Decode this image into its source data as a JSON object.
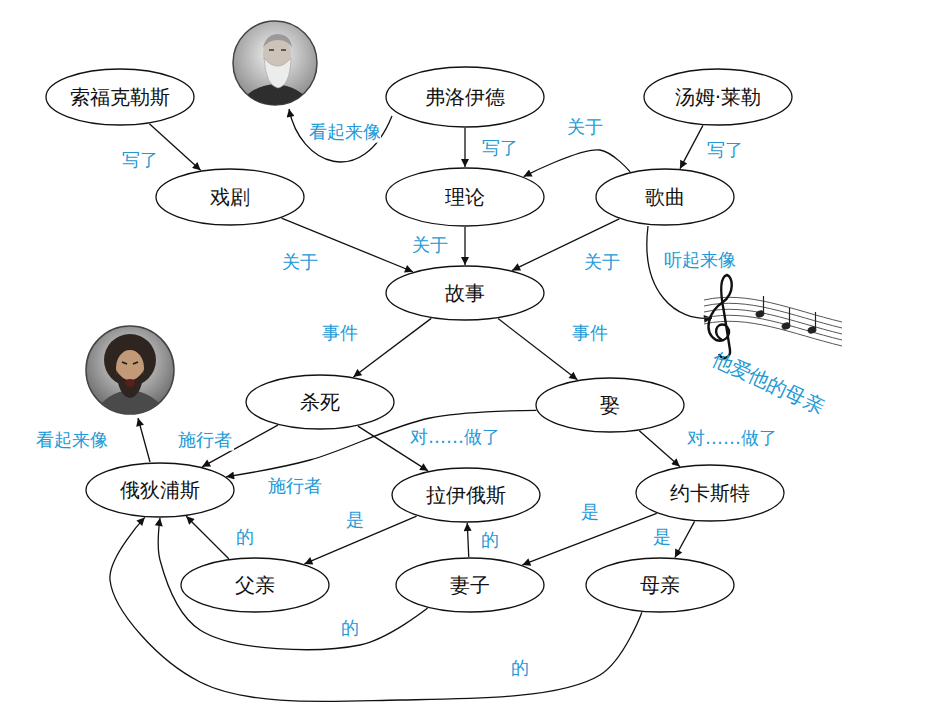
{
  "diagram": {
    "nodes": [
      {
        "text": [
          "索福克勒斯"
        ]
      },
      {
        "text": [
          "弗洛伊德"
        ]
      },
      {
        "text": [
          "汤姆·莱勒"
        ]
      },
      {
        "text": [
          "戏剧"
        ]
      },
      {
        "text": [
          "理论"
        ]
      },
      {
        "text": [
          "歌曲"
        ]
      },
      {
        "text": [
          "故事"
        ]
      },
      {
        "text": [
          "杀死"
        ]
      },
      {
        "text": [
          "娶"
        ]
      },
      {
        "text": [
          "俄狄浦斯"
        ]
      },
      {
        "text": [
          "拉伊俄斯"
        ]
      },
      {
        "text": [
          "约卡斯特"
        ]
      },
      {
        "text": [
          "父亲"
        ]
      },
      {
        "text": [
          "妻子"
        ]
      },
      {
        "text": [
          "母亲"
        ]
      }
    ],
    "edges": [
      {
        "from": 0,
        "to": 3,
        "arrow": "to",
        "label": "写了"
      },
      {
        "from": 1,
        "to": 4,
        "arrow": "to",
        "label": "写了"
      },
      {
        "from": 2,
        "to": 5,
        "arrow": "to",
        "label": "写了"
      },
      {
        "from": 5,
        "to": 4,
        "arrow": "to",
        "label": "关于"
      },
      {
        "from": 3,
        "to": 6,
        "arrow": "to",
        "label": "关于"
      },
      {
        "from": 4,
        "to": 6,
        "arrow": "to",
        "label": "关于"
      },
      {
        "from": 5,
        "to": 6,
        "arrow": "to",
        "label": "关于"
      },
      {
        "from": 6,
        "to": 7,
        "arrow": "to",
        "label": "事件"
      },
      {
        "from": 6,
        "to": 8,
        "arrow": "to",
        "label": "事件"
      },
      {
        "from": 7,
        "to": 9,
        "arrow": "to",
        "label": "施行者"
      },
      {
        "from": 8,
        "to": 9,
        "arrow": "to",
        "label": "施行者"
      },
      {
        "from": 7,
        "to": 10,
        "arrow": "to",
        "label": "对……做了"
      },
      {
        "from": 8,
        "to": 11,
        "arrow": "to",
        "label": "对……做了"
      },
      {
        "from": 10,
        "to": 12,
        "arrow": "to",
        "label": "是"
      },
      {
        "from": 11,
        "to": 13,
        "arrow": "to",
        "label": "是"
      },
      {
        "from": 11,
        "to": 14,
        "arrow": "to",
        "label": "是"
      },
      {
        "from": 12,
        "to": 9,
        "arrow": "to",
        "label": "的"
      },
      {
        "from": 13,
        "to": 10,
        "arrow": "to",
        "label": "的"
      },
      {
        "from": 13,
        "to": 9,
        "arrow": "to",
        "label": "的"
      },
      {
        "from": 14,
        "to": 9,
        "arrow": "to",
        "label": "的"
      }
    ],
    "labels": [
      "看起来像",
      "看起来像",
      "听起来像",
      "他爱他的母亲"
    ]
  }
}
